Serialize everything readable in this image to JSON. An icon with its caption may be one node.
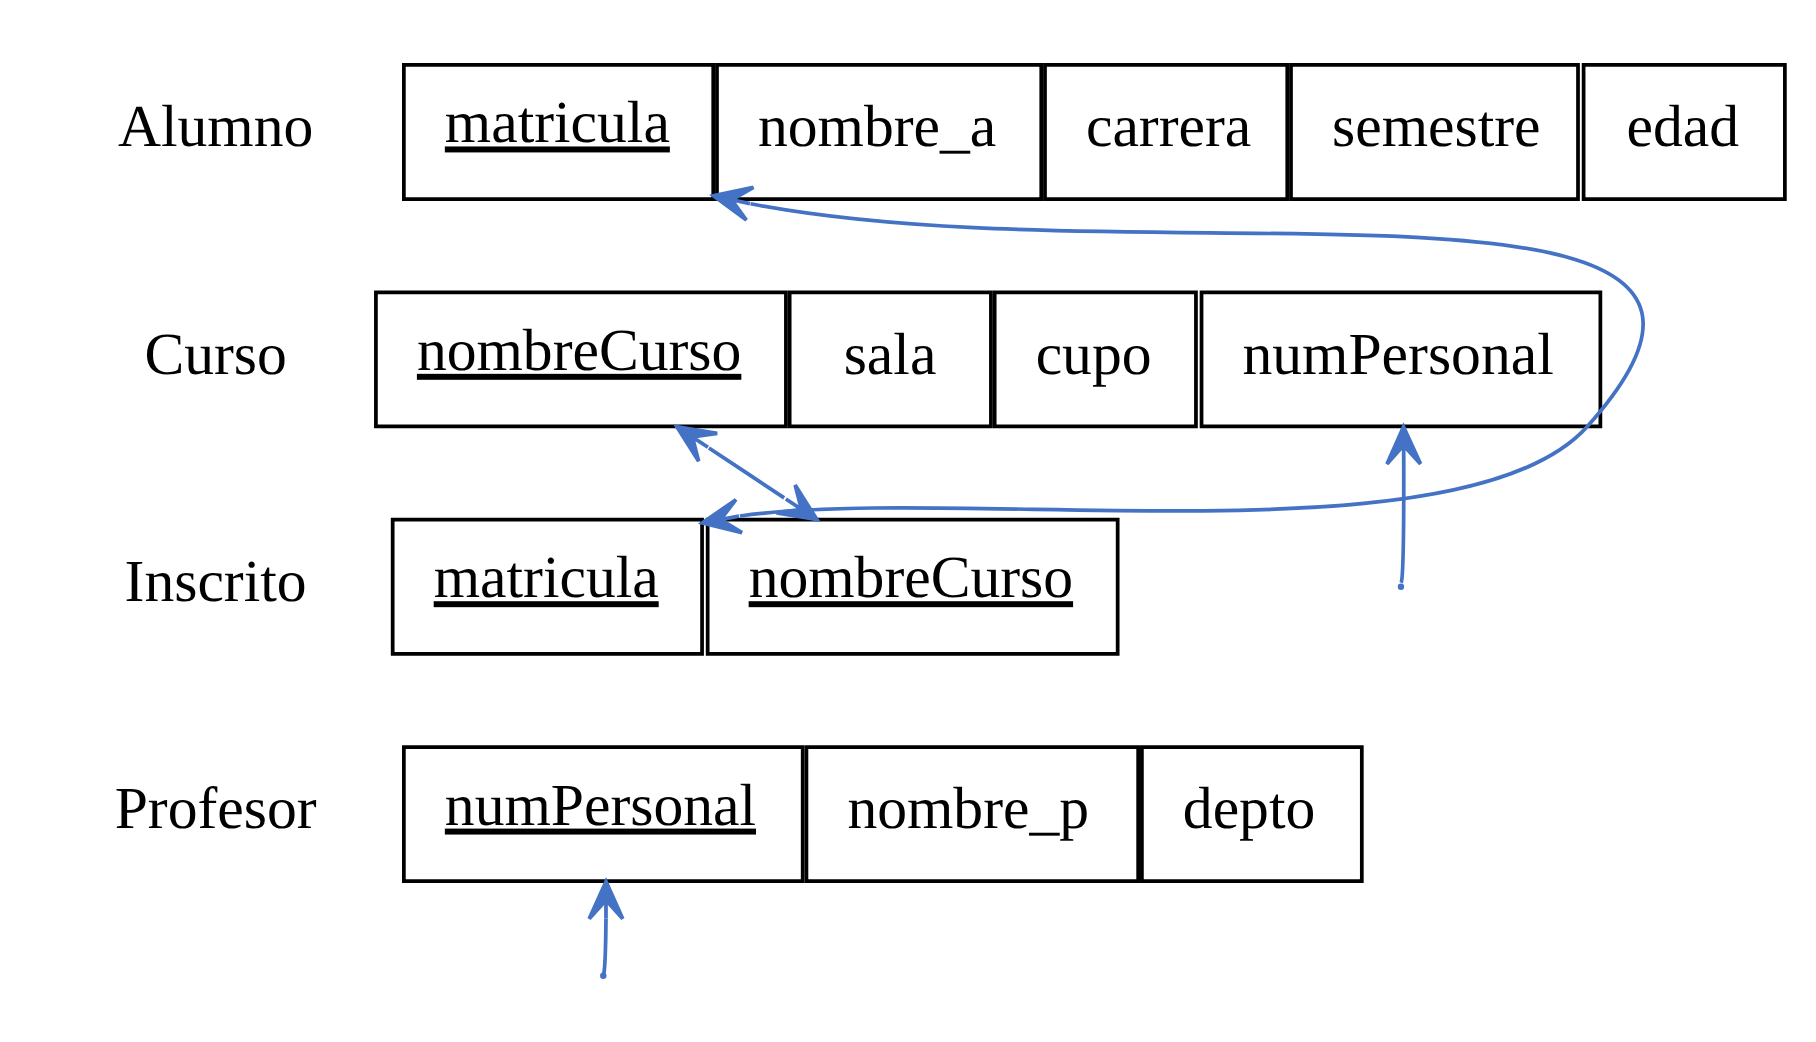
{
  "diagram": {
    "nodes": [
      {
        "text": [
          "matricula"
        ]
      },
      {
        "text": [
          "nombre_a"
        ]
      },
      {
        "text": [
          "carrera"
        ]
      },
      {
        "text": [
          "semestre"
        ]
      },
      {
        "text": [
          "edad"
        ]
      },
      {
        "text": [
          "nombreCurso"
        ]
      },
      {
        "text": [
          "sala"
        ]
      },
      {
        "text": [
          "cupo"
        ]
      },
      {
        "text": [
          "numPersonal"
        ]
      },
      {
        "text": [
          "matricula"
        ]
      },
      {
        "text": [
          "nombreCurso"
        ]
      },
      {
        "text": [
          "numPersonal"
        ]
      },
      {
        "text": [
          "nombre_p"
        ]
      },
      {
        "text": [
          "depto"
        ]
      }
    ],
    "edges": [
      {
        "from": 9,
        "to": 0,
        "arrow": "both"
      },
      {
        "from": 5,
        "to": 10,
        "arrow": "both"
      },
      {
        "from": null,
        "to": 11,
        "arrow": "to"
      },
      {
        "from": null,
        "to": 8,
        "arrow": "to"
      }
    ],
    "labels": [
      "Alumno",
      "Curso",
      "Inscrito",
      "Profesor"
    ]
  }
}
